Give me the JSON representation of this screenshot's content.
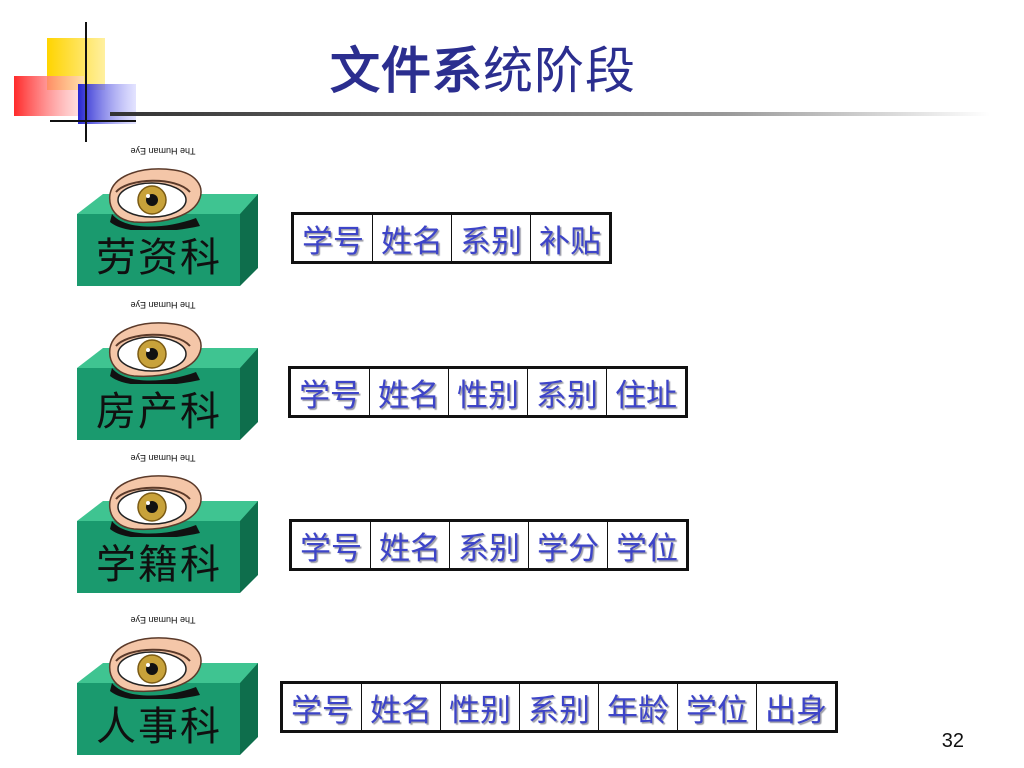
{
  "slide": {
    "title_bold": "文件系",
    "title_rest": "统阶段",
    "page_number": "32"
  },
  "eye_caption": "The Human Eye",
  "departments": [
    {
      "name": "劳资科",
      "fields": [
        "学号",
        "姓名",
        "系别",
        "补贴"
      ]
    },
    {
      "name": "房产科",
      "fields": [
        "学号",
        "姓名",
        "性别",
        "系别",
        "住址"
      ]
    },
    {
      "name": "学籍科",
      "fields": [
        "学号",
        "姓名",
        "系别",
        "学分",
        "学位"
      ]
    },
    {
      "name": "人事科",
      "fields": [
        "学号",
        "姓名",
        "性别",
        "系别",
        "年龄",
        "学位",
        "出身"
      ]
    }
  ],
  "colors": {
    "title": "#2b2e8f",
    "field_text": "#3d44c8",
    "box_front": "#1a9a6e",
    "box_top": "#3fc491"
  }
}
